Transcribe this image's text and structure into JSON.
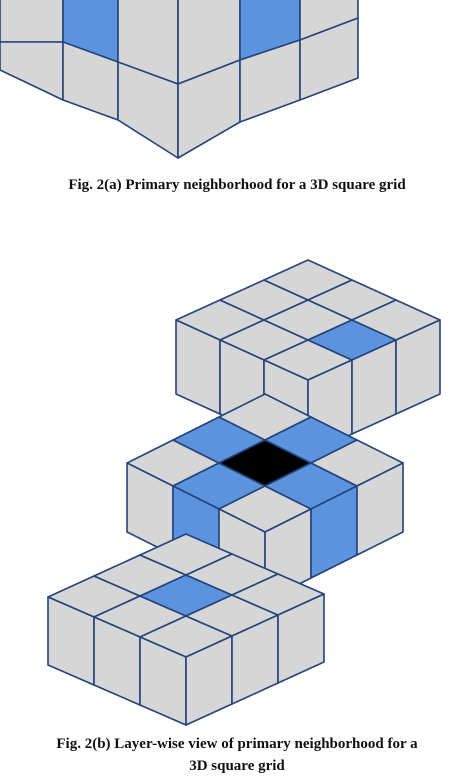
{
  "figure_a": {
    "caption_label": "Fig. 2",
    "caption_text": "(a) Primary neighborhood for a 3D square grid"
  },
  "figure_b": {
    "caption_label": "Fig. 2",
    "caption_line1": "(b) Layer-wise view of primary neighborhood for a",
    "caption_line2": "3D square grid"
  },
  "colors": {
    "cube_gray": "#d6d6d6",
    "neighbor_blue": "#5b93df",
    "center_black": "#000000",
    "edge_navy": "#23437a",
    "background": "#ffffff"
  }
}
